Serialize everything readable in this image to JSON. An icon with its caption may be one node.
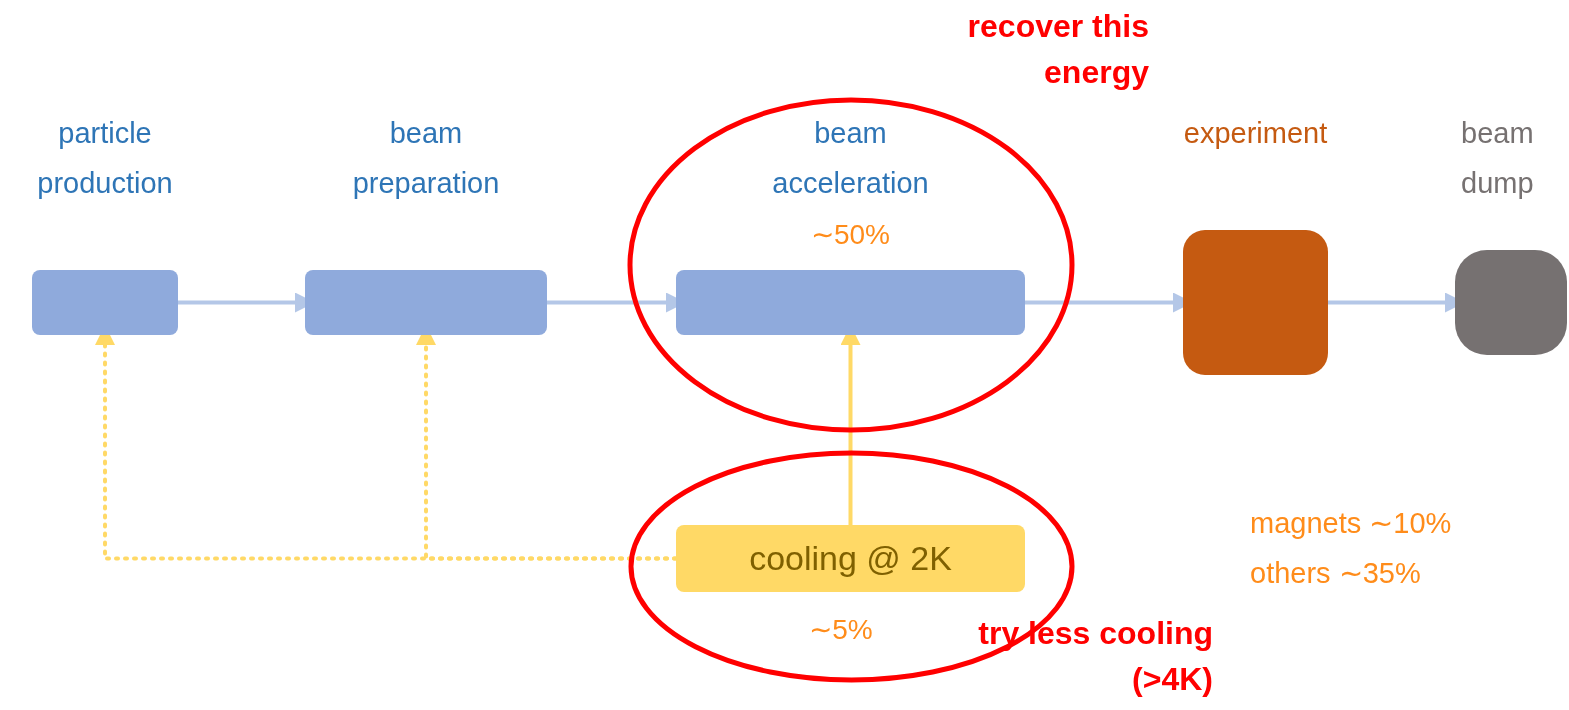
{
  "diagram": {
    "nodes": [
      {
        "text": [
          "particle production"
        ]
      },
      {
        "text": [
          "beam preparation"
        ]
      },
      {
        "text": [
          "recover this energy"
        ]
      },
      {
        "text": [
          "beam acceleration",
          "∼50%"
        ],
        "in": 2
      },
      {
        "text": [
          "experiment"
        ]
      },
      {
        "text": [
          "beam dump"
        ]
      },
      {
        "text": [
          "try less cooling (>4K)"
        ]
      },
      {
        "text": [
          "cooling @ 2K"
        ],
        "in": 6,
        "beside": [
          "∼5%"
        ]
      }
    ],
    "edges": [
      {
        "from": 0,
        "to": 1,
        "arrow": "to"
      },
      {
        "from": 1,
        "to": 3,
        "arrow": "to"
      },
      {
        "from": 3,
        "to": 4,
        "arrow": "to"
      },
      {
        "from": 4,
        "to": 5,
        "arrow": "to"
      },
      {
        "from": 7,
        "to": 3,
        "arrow": "to",
        "color": "#ffd966"
      },
      {
        "from": 7,
        "to": 0,
        "arrow": "to",
        "style": "dashed",
        "color": "#ffd966"
      },
      {
        "from": 7,
        "to": 1,
        "arrow": "to",
        "style": "dashed",
        "color": "#ffd966"
      }
    ],
    "labels": [
      "magnets ∼10%",
      "others ∼35%"
    ]
  }
}
